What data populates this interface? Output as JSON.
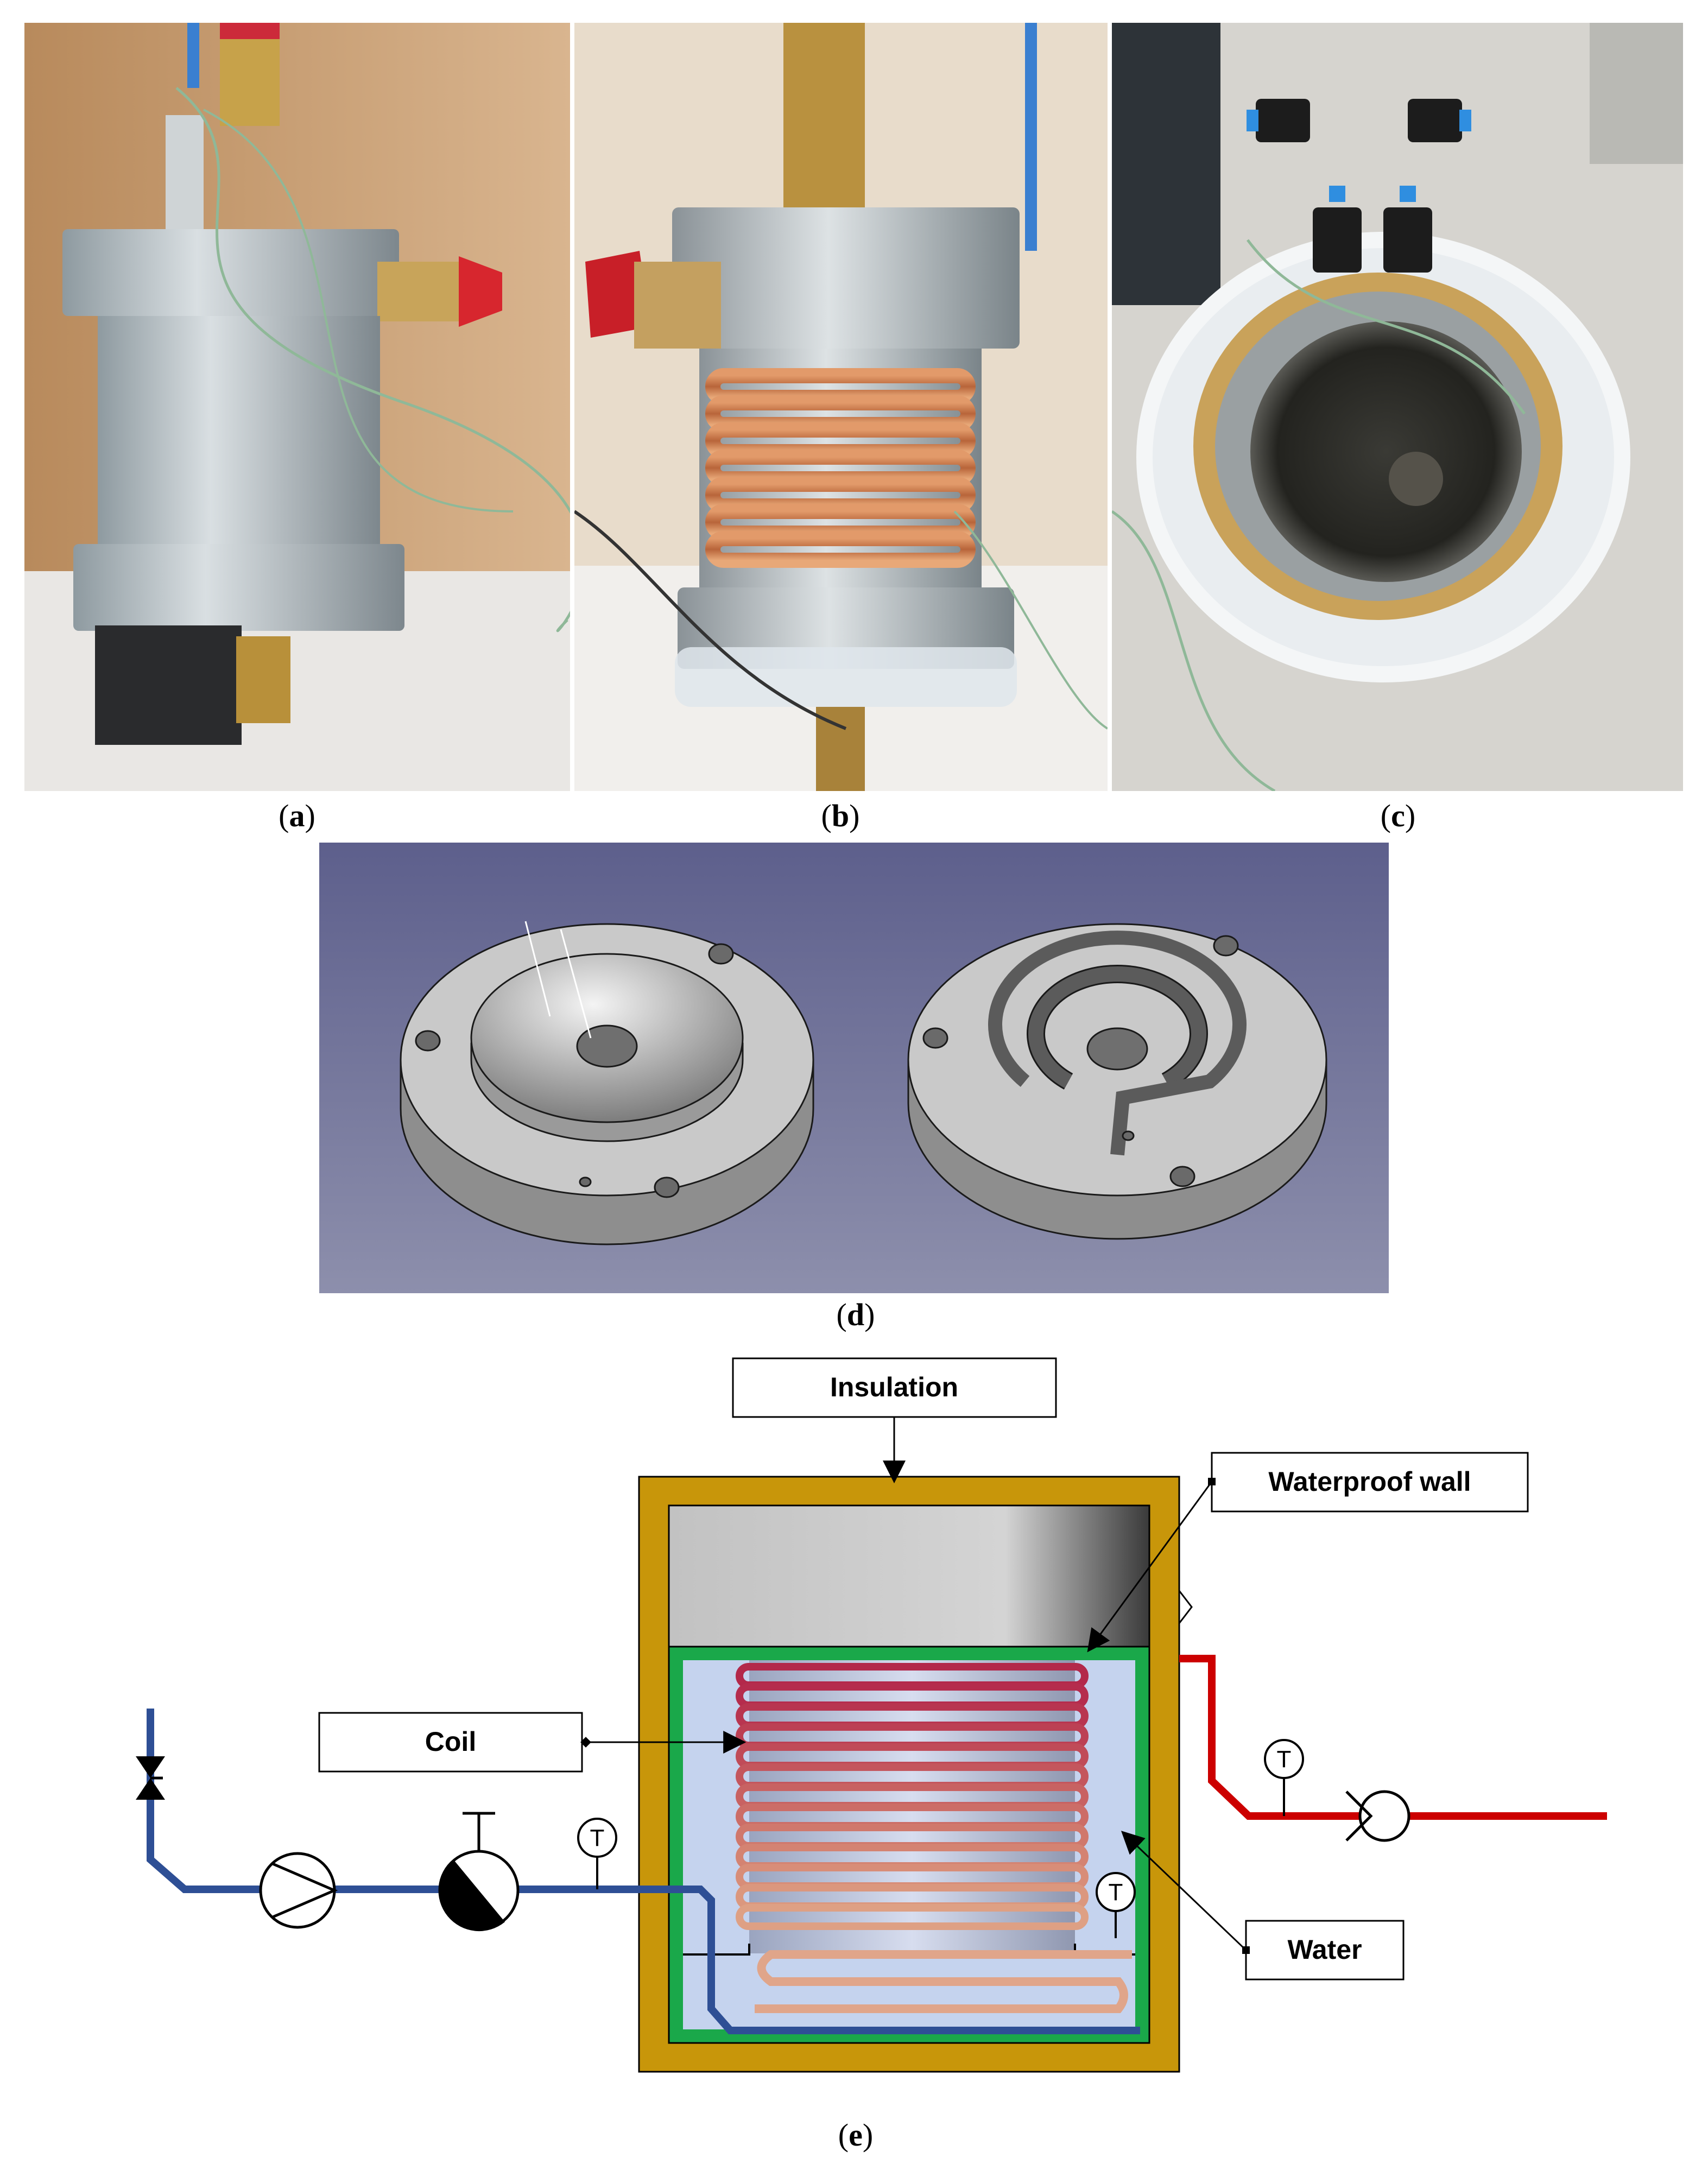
{
  "panels": {
    "a": {
      "caption_letter": "a"
    },
    "b": {
      "caption_letter": "b"
    },
    "c": {
      "caption_letter": "c"
    },
    "d": {
      "caption_letter": "d"
    },
    "e": {
      "caption_letter": "e"
    }
  },
  "labels": {
    "insulation": "Insulation",
    "waterproof_wall": "Waterproof wall",
    "coil": "Coil",
    "water": "Water"
  },
  "sensor_symbol": "T",
  "colors": {
    "insulation": "#c8960a",
    "waterproof_wall": "#1aa84a",
    "water": "#c5d3ee",
    "cold_pipe": "#2e4f95",
    "hot_pipe": "#cc0000",
    "cad_background": "#666a95"
  }
}
